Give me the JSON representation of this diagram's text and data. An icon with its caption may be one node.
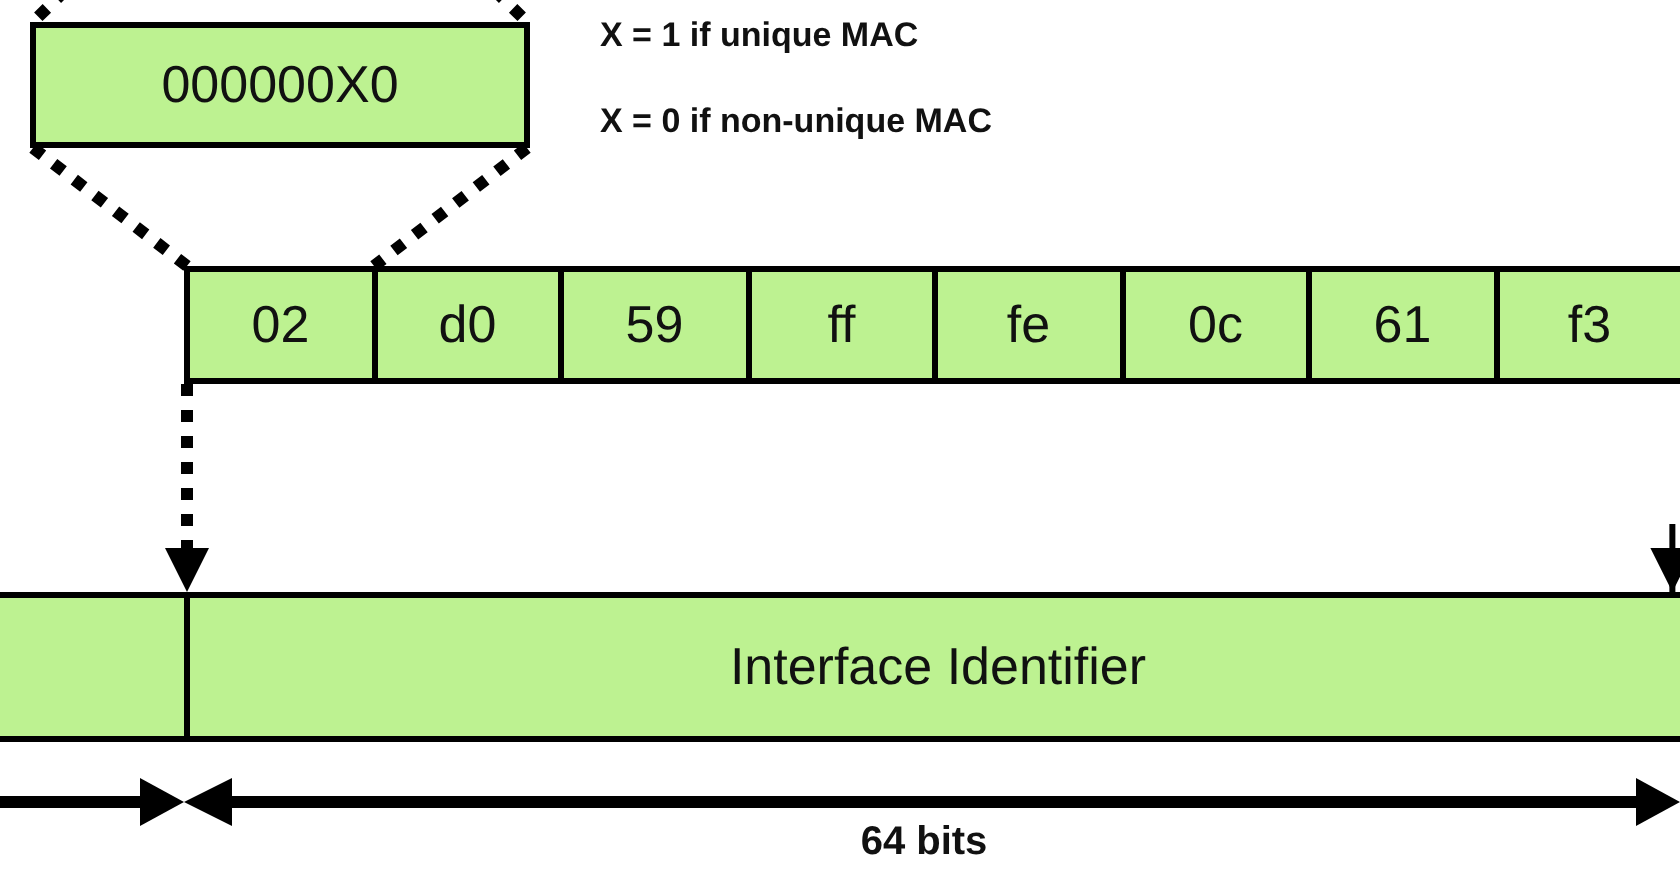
{
  "diagram": {
    "nodes": [
      {
        "text": [
          "000000X0"
        ]
      },
      {
        "text": [
          "02"
        ]
      },
      {
        "text": [
          "d0"
        ]
      },
      {
        "text": [
          "59"
        ]
      },
      {
        "text": [
          "ff"
        ]
      },
      {
        "text": [
          "fe"
        ]
      },
      {
        "text": [
          "0c"
        ]
      },
      {
        "text": [
          "61"
        ]
      },
      {
        "text": [
          "f3"
        ]
      },
      {
        "text": [],
        "shape": "box"
      },
      {
        "text": [
          "Interface Identifier"
        ]
      }
    ],
    "edges": [
      {
        "from": null,
        "to": 0,
        "arrow": "none",
        "style": "dashed"
      },
      {
        "from": null,
        "to": 0,
        "arrow": "none",
        "style": "dashed"
      },
      {
        "from": 0,
        "to": 1,
        "arrow": "none",
        "style": "dashed"
      },
      {
        "from": 0,
        "to": 1,
        "arrow": "none",
        "style": "dashed"
      },
      {
        "from": 1,
        "to": 10,
        "arrow": "to",
        "style": "dashed"
      },
      {
        "from": null,
        "to": 10,
        "arrow": "to"
      }
    ],
    "labels": [
      "X = 1 if unique MAC",
      "X = 0 if non-unique MAC",
      "64 bits"
    ]
  }
}
